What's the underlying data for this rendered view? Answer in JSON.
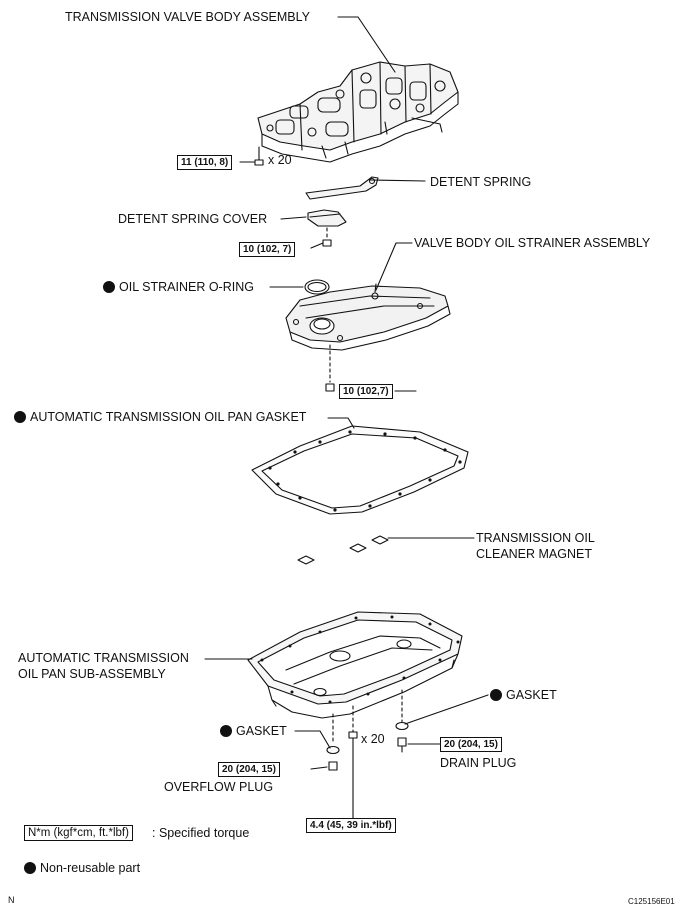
{
  "labels": {
    "valve_body": "TRANSMISSION VALVE BODY ASSEMBLY",
    "detent_spring": "DETENT SPRING",
    "detent_spring_cover": "DETENT SPRING COVER",
    "strainer_assembly": "VALVE BODY OIL STRAINER ASSEMBLY",
    "strainer_oring": "OIL STRAINER O-RING",
    "pan_gasket": "AUTOMATIC TRANSMISSION OIL PAN GASKET",
    "magnet_line1": "TRANSMISSION OIL",
    "magnet_line2": "CLEANER MAGNET",
    "oil_pan_line1": "AUTOMATIC TRANSMISSION",
    "oil_pan_line2": "OIL PAN SUB-ASSEMBLY",
    "gasket_right": "GASKET",
    "gasket_left": "GASKET",
    "drain_plug": "DRAIN PLUG",
    "overflow_plug": "OVERFLOW PLUG"
  },
  "quantities": {
    "valve_bolts": "x 20",
    "pan_bolts": "x 20"
  },
  "torques": {
    "valve_body": "11 (110, 8)",
    "detent_cover": "10 (102, 7)",
    "strainer": "10 (102,7)",
    "drain_plug": "20 (204, 15)",
    "overflow_plug": "20 (204, 15)",
    "pan_bolts": "4.4 (45, 39 in.*lbf)"
  },
  "legend": {
    "torque_unit": "N*m (kgf*cm, ft.*lbf)",
    "torque_text": ": Specified torque",
    "nonreusable_text": "Non-reusable part"
  },
  "footer": {
    "left_mark": "N",
    "figure_id": "C125156E01"
  }
}
